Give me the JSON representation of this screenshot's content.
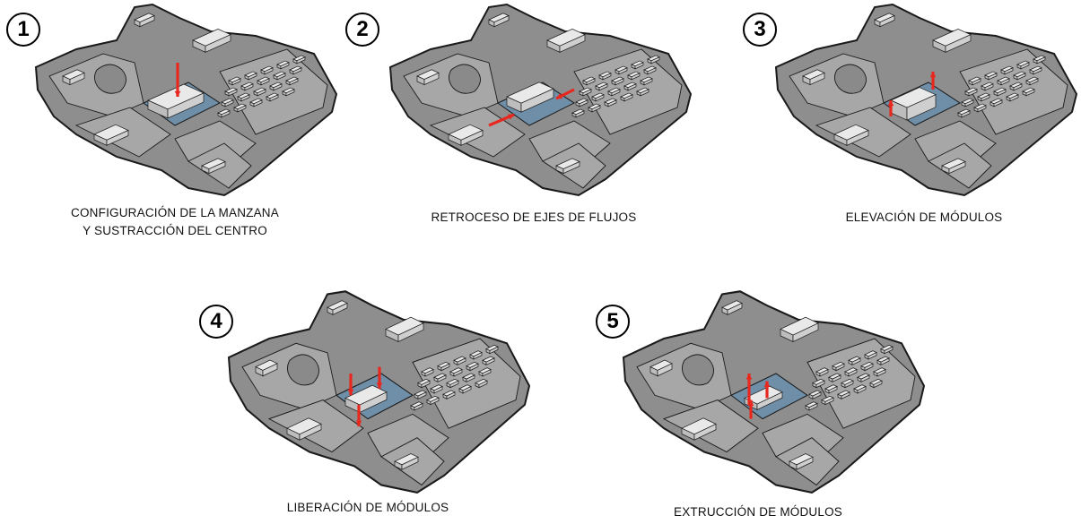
{
  "steps": [
    {
      "number": "1",
      "caption": [
        "CONFIGURACIÓN DE LA MANZANA",
        "Y SUSTRACCIÓN DEL CENTRO"
      ]
    },
    {
      "number": "2",
      "caption": [
        "RETROCESO DE EJES DE FLUJOS"
      ]
    },
    {
      "number": "3",
      "caption": [
        "ELEVACIÓN DE MÓDULOS"
      ]
    },
    {
      "number": "4",
      "caption": [
        "LIBERACIÓN DE MÓDULOS"
      ]
    },
    {
      "number": "5",
      "caption": [
        "EXTRUCCIÓN DE MÓDULOS"
      ]
    }
  ],
  "colors": {
    "ground": "#8e8e8e",
    "block": "#a7a7a7",
    "building": "#e9e9e9",
    "outline": "#1a1a1a",
    "arrow": "#e8281e",
    "plaza": "#6f8fa8"
  }
}
